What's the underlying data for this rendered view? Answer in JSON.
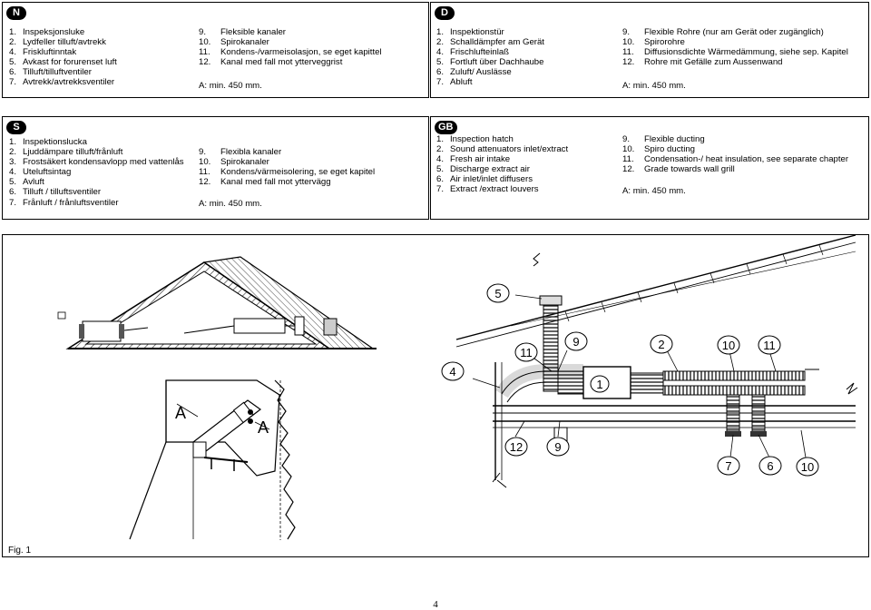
{
  "blocks": {
    "no": {
      "badge": "N",
      "left": [
        {
          "n": "1.",
          "t": "Inspeksjonsluke"
        },
        {
          "n": "2.",
          "t": "Lydfeller tilluft/avtrekk"
        },
        {
          "n": "4.",
          "t": "Friskluftinntak"
        },
        {
          "n": "5.",
          "t": "Avkast for forurenset luft"
        },
        {
          "n": "6.",
          "t": "Tilluft/tilluftventiler"
        },
        {
          "n": "7.",
          "t": "Avtrekk/avtrekksventiler"
        }
      ],
      "right": [
        {
          "n": "9.",
          "t": "Fleksible kanaler"
        },
        {
          "n": "10.",
          "t": "Spirokanaler"
        },
        {
          "n": "11.",
          "t": "Kondens-/varmeisolasjon, se eget kapittel"
        },
        {
          "n": "12.",
          "t": "Kanal med fall mot ytterveggrist"
        }
      ],
      "note": "A: min. 450 mm."
    },
    "de": {
      "badge": "D",
      "left": [
        {
          "n": "1.",
          "t": "Inspektionstür"
        },
        {
          "n": "2.",
          "t": "Schalldämpfer am Gerät"
        },
        {
          "n": "4.",
          "t": "Frischlufteinlaß"
        },
        {
          "n": "5.",
          "t": "Fortluft über Dachhaube"
        },
        {
          "n": "6.",
          "t": "Zuluft/ Auslässe"
        },
        {
          "n": "7.",
          "t": "Abluft"
        }
      ],
      "right": [
        {
          "n": "9.",
          "t": "Flexible Rohre (nur am Gerät oder zugänglich)"
        },
        {
          "n": "10.",
          "t": "Spirorohre"
        },
        {
          "n": "11.",
          "t": "Diffusionsdichte Wärmedämmung, siehe sep. Kapitel"
        },
        {
          "n": "12.",
          "t": "Rohre mit Gefälle zum Aussenwand"
        }
      ],
      "note": "A: min. 450 mm."
    },
    "se": {
      "badge": "S",
      "left": [
        {
          "n": "1.",
          "t": "Inspektionslucka"
        },
        {
          "n": "2.",
          "t": "Ljuddämpare tilluft/frånluft"
        },
        {
          "n": "3.",
          "t": "Frostsäkert kondensavlopp med vattenlås"
        },
        {
          "n": "4.",
          "t": "Uteluftsintag"
        },
        {
          "n": "5.",
          "t": "Avluft"
        },
        {
          "n": "6.",
          "t": "Tilluft / tilluftsventiler"
        },
        {
          "n": "7.",
          "t": "Frånluft / frånluftsventiler"
        }
      ],
      "right": [
        {
          "n": "9.",
          "t": "Flexibla kanaler"
        },
        {
          "n": "10.",
          "t": "Spirokanaler"
        },
        {
          "n": "11.",
          "t": "Kondens/värmeisolering, se eget kapitel"
        },
        {
          "n": "12.",
          "t": "Kanal med fall mot yttervägg"
        }
      ],
      "note": "A: min. 450 mm."
    },
    "gb": {
      "badge": "GB",
      "left": [
        {
          "n": "1.",
          "t": "Inspection hatch"
        },
        {
          "n": "2.",
          "t": "Sound attenuators inlet/extract"
        },
        {
          "n": "4.",
          "t": "Fresh air intake"
        },
        {
          "n": "5.",
          "t": "Discharge extract air"
        },
        {
          "n": "6.",
          "t": "Air inlet/inlet diffusers"
        },
        {
          "n": "7.",
          "t": "Extract /extract louvers"
        }
      ],
      "right": [
        {
          "n": "9.",
          "t": "Flexible ducting"
        },
        {
          "n": "10.",
          "t": "Spiro ducting"
        },
        {
          "n": "11.",
          "t": "Condensation-/ heat insulation, see separate chapter"
        },
        {
          "n": "12.",
          "t": "Grade towards wall grill"
        }
      ],
      "note": "A: min. 450 mm."
    }
  },
  "figure": {
    "caption": "Fig. 1",
    "dim_label": "A",
    "callouts": {
      "c5": "5",
      "c4": "4",
      "c11a": "11",
      "c9a": "9",
      "c2": "2",
      "c10a": "10",
      "c11b": "11",
      "c1": "1",
      "c12": "12",
      "c9b": "9",
      "c7": "7",
      "c6": "6",
      "c10b": "10"
    }
  },
  "page_number": "4"
}
